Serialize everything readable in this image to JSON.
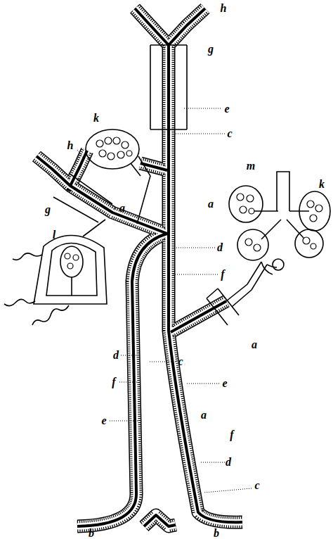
{
  "diagram": {
    "labels": [
      "h",
      "g",
      "k",
      "e",
      "m",
      "h",
      "c",
      "k",
      "a",
      "a",
      "g",
      "d",
      "l",
      "f",
      "a",
      "d",
      "c",
      "f",
      "e",
      "e",
      "a",
      "f",
      "d",
      "c",
      "b",
      "b"
    ]
  }
}
